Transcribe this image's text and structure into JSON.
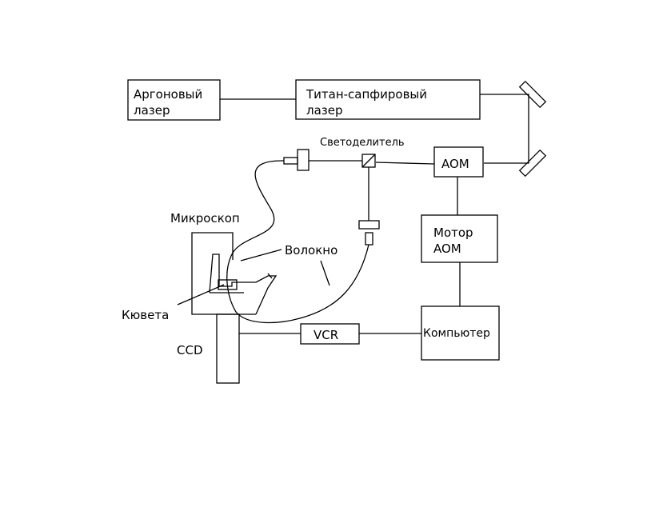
{
  "blocks": {
    "argon_laser": [
      "Аргоновый",
      "лазер"
    ],
    "ti_sapphire_laser": [
      "Титан-сапфировый",
      "лазер"
    ],
    "aom": "AOM",
    "aom_motor": [
      "Мотор",
      "AOM"
    ],
    "computer": "Компьютер",
    "vcr": "VCR"
  },
  "labels": {
    "beam_splitter": "Светоделитель",
    "microscope": "Микроскоп",
    "fiber": "Волокно",
    "cuvette": "Кювета",
    "ccd": "CCD"
  },
  "colors": {
    "stroke": "#000000",
    "background": "#ffffff"
  }
}
